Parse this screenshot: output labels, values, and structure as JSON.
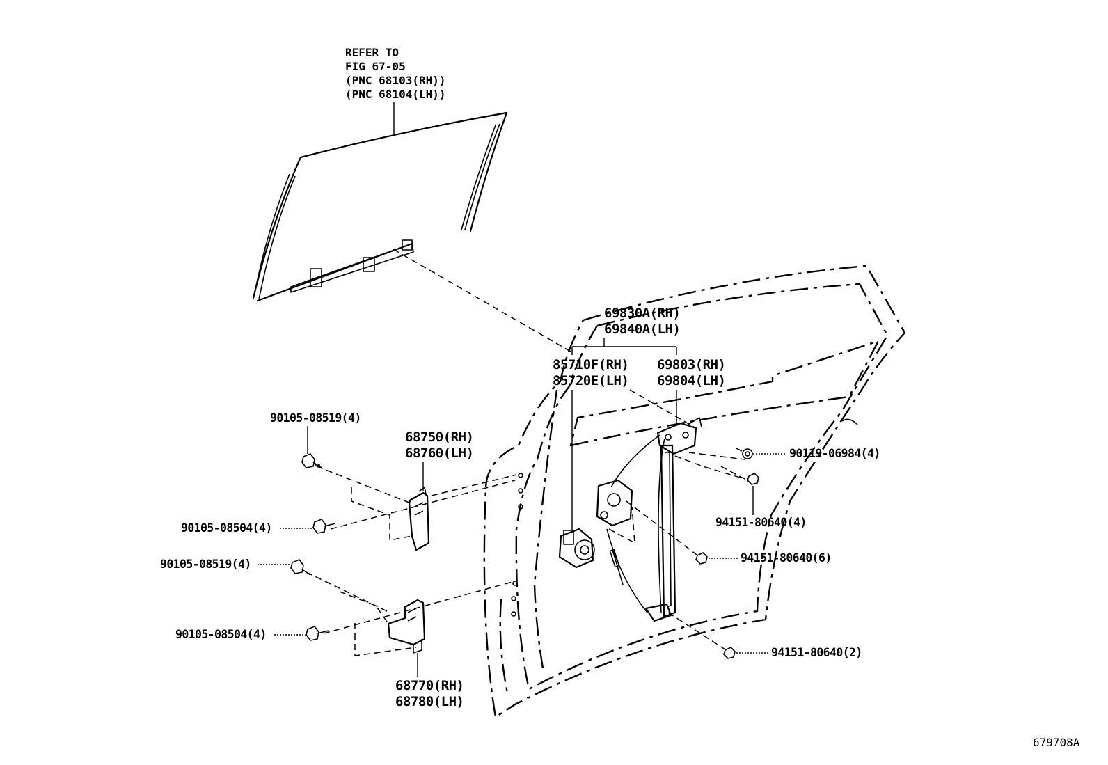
{
  "labels": {
    "refer_note": [
      "REFER TO",
      "FIG 67-05",
      "(PNC 68103(RH))",
      "(PNC 68104(LH))"
    ],
    "regulator_assy": [
      "69830A(RH)",
      "69840A(LH)"
    ],
    "motor": [
      "85710F(RH)",
      "85720E(LH)"
    ],
    "regulator": [
      "69803(RH)",
      "69804(LH)"
    ],
    "upper_hinge": [
      "68750(RH)",
      "68760(LH)"
    ],
    "lower_hinge": [
      "68770(RH)",
      "68780(LH)"
    ],
    "bolt_upper_hinge_door": "90105-08519(4)",
    "bolt_upper_hinge_body": "90105-08504(4)",
    "bolt_lower_hinge_door": "90105-08519(4)",
    "bolt_lower_hinge_body": "90105-08504(4)",
    "bolt_regulator": "90119-06984(4)",
    "nut_upper": "94151-80640(4)",
    "nut_middle": "94151-80640(6)",
    "nut_lower": "94151-80640(2)"
  },
  "figure_id": "679708A"
}
